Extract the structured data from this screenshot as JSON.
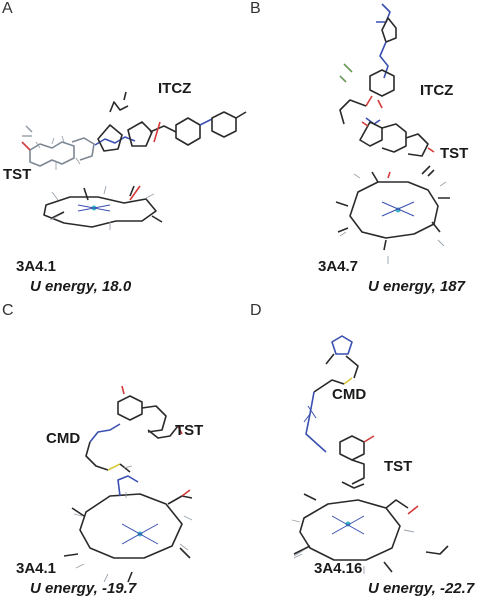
{
  "panels": [
    {
      "letter": "A",
      "labels": {
        "ligand1": "ITCZ",
        "ligand2": "TST"
      },
      "code": "3A4.1",
      "energy": "U energy, 18.0"
    },
    {
      "letter": "B",
      "labels": {
        "ligand1": "ITCZ",
        "ligand2": "TST"
      },
      "code": "3A4.7",
      "energy": "U energy, 187"
    },
    {
      "letter": "C",
      "labels": {
        "ligand1": "CMD",
        "ligand2": "TST"
      },
      "code": "3A4.1",
      "energy": "U energy, -19.7"
    },
    {
      "letter": "D",
      "labels": {
        "ligand1": "CMD",
        "ligand2": "TST"
      },
      "code": "3A4.16",
      "energy": "U energy, -22.7"
    }
  ],
  "colors": {
    "bond": "#2a2a2a",
    "hydrogen": "#9aa3ad",
    "oxygen": "#d43a3a",
    "nitrogen": "#3a4fb0",
    "sulfur": "#d8c83a",
    "iron": "#39b8c8"
  }
}
